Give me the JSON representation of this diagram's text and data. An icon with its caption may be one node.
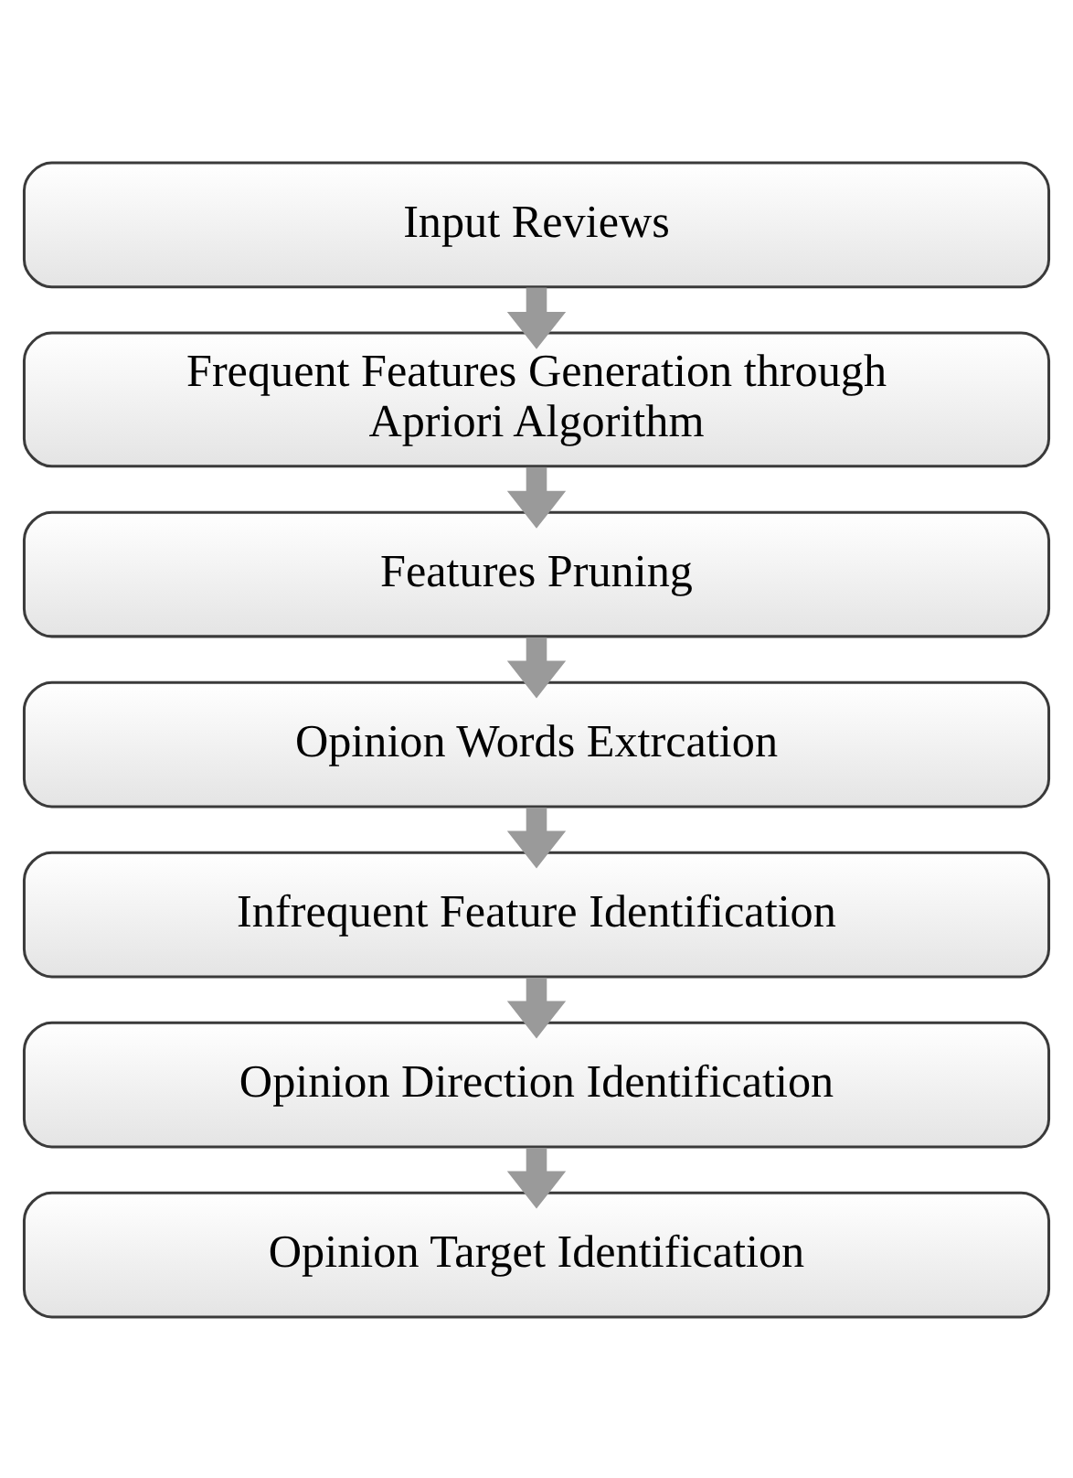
{
  "diagram": {
    "nodes": [
      {
        "text": [
          "Input Reviews"
        ]
      },
      {
        "text": [
          "Frequent Features Generation through Apriori Algorithm"
        ]
      },
      {
        "text": [
          "Features Pruning"
        ]
      },
      {
        "text": [
          "Opinion Words Extrcation"
        ]
      },
      {
        "text": [
          "Infrequent Feature Identification"
        ]
      },
      {
        "text": [
          "Opinion Direction Identification"
        ]
      },
      {
        "text": [
          "Opinion Target Identification"
        ]
      }
    ],
    "edges": [
      {
        "from": 0,
        "to": 1,
        "arrow": "to"
      },
      {
        "from": 1,
        "to": 2,
        "arrow": "to"
      },
      {
        "from": 2,
        "to": 3,
        "arrow": "to"
      },
      {
        "from": 3,
        "to": 4,
        "arrow": "to"
      },
      {
        "from": 4,
        "to": 5,
        "arrow": "to"
      },
      {
        "from": 5,
        "to": 6,
        "arrow": "to"
      }
    ]
  }
}
